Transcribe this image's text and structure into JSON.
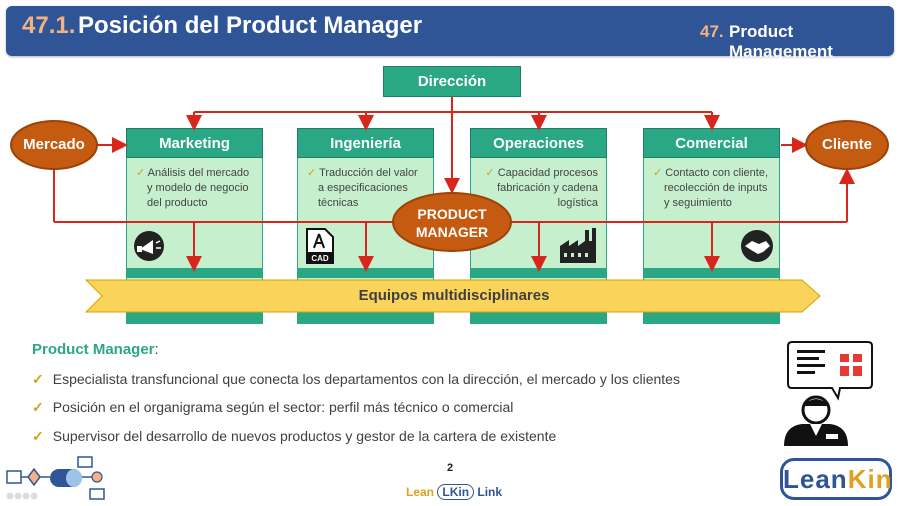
{
  "header": {
    "number": "47.1.",
    "title": "Posición del Product Manager",
    "course_number": "47.",
    "course_title": "Product Management"
  },
  "diagram": {
    "direction": "Dirección",
    "market": "Mercado",
    "client": "Cliente",
    "product_manager_line1": "PRODUCT",
    "product_manager_line2": "MANAGER",
    "teams": "Equipos multidisciplinares",
    "columns": [
      {
        "title": "Marketing",
        "desc": [
          "Análisis del mercado",
          "y modelo de negocio",
          "del producto"
        ],
        "icon": "megaphone-icon"
      },
      {
        "title": "Ingeniería",
        "desc": [
          "Traducción del valor",
          "a especificaciones",
          "técnicas"
        ],
        "icon": "cad-file-icon"
      },
      {
        "title": "Operaciones",
        "desc": [
          "Capacidad procesos",
          "fabricación y cadena",
          "logística"
        ],
        "icon": "factory-icon"
      },
      {
        "title": "Comercial",
        "desc": [
          "Contacto con cliente,",
          "recolección de inputs",
          "y seguimiento"
        ],
        "icon": "handshake-icon"
      }
    ]
  },
  "section": {
    "heading": "Product Manager",
    "colon": ":",
    "bullets": [
      "Especialista transfuncional que conecta los departamentos con la dirección, el mercado y los clientes",
      "Posición en el organigrama según el sector: perfil más técnico o comercial",
      "Supervisor del desarrollo de nuevos productos y gestor de la cartera de existente"
    ]
  },
  "footer": {
    "page_number": "2",
    "brand_lean": "Lean",
    "brand_lk": "LKin",
    "brand_link": "Link",
    "logo_lean": "Lean",
    "logo_kin": "Kin"
  },
  "colors": {
    "header_bg": "#2f5597",
    "accent_orange": "#f4b183",
    "green": "#2aa886",
    "light_green": "#c6efce",
    "oval_orange": "#c55a11",
    "arrow_red": "#d9261c",
    "banner_yellow": "#fad35a"
  }
}
